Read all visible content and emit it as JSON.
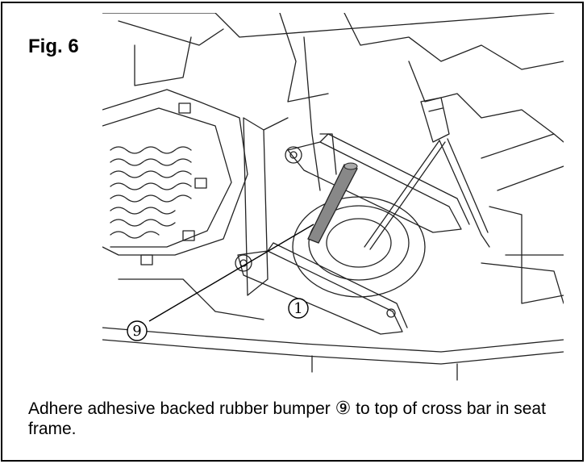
{
  "figure": {
    "label": "Fig. 6",
    "callouts": {
      "one": "1",
      "nine": "9"
    }
  },
  "caption": {
    "text_before": "Adhere adhesive backed rubber bumper ",
    "callout": "⑨",
    "text_after": " to top of cross bar in seat frame."
  },
  "colors": {
    "bumper": "#888888",
    "line": "#222222"
  }
}
